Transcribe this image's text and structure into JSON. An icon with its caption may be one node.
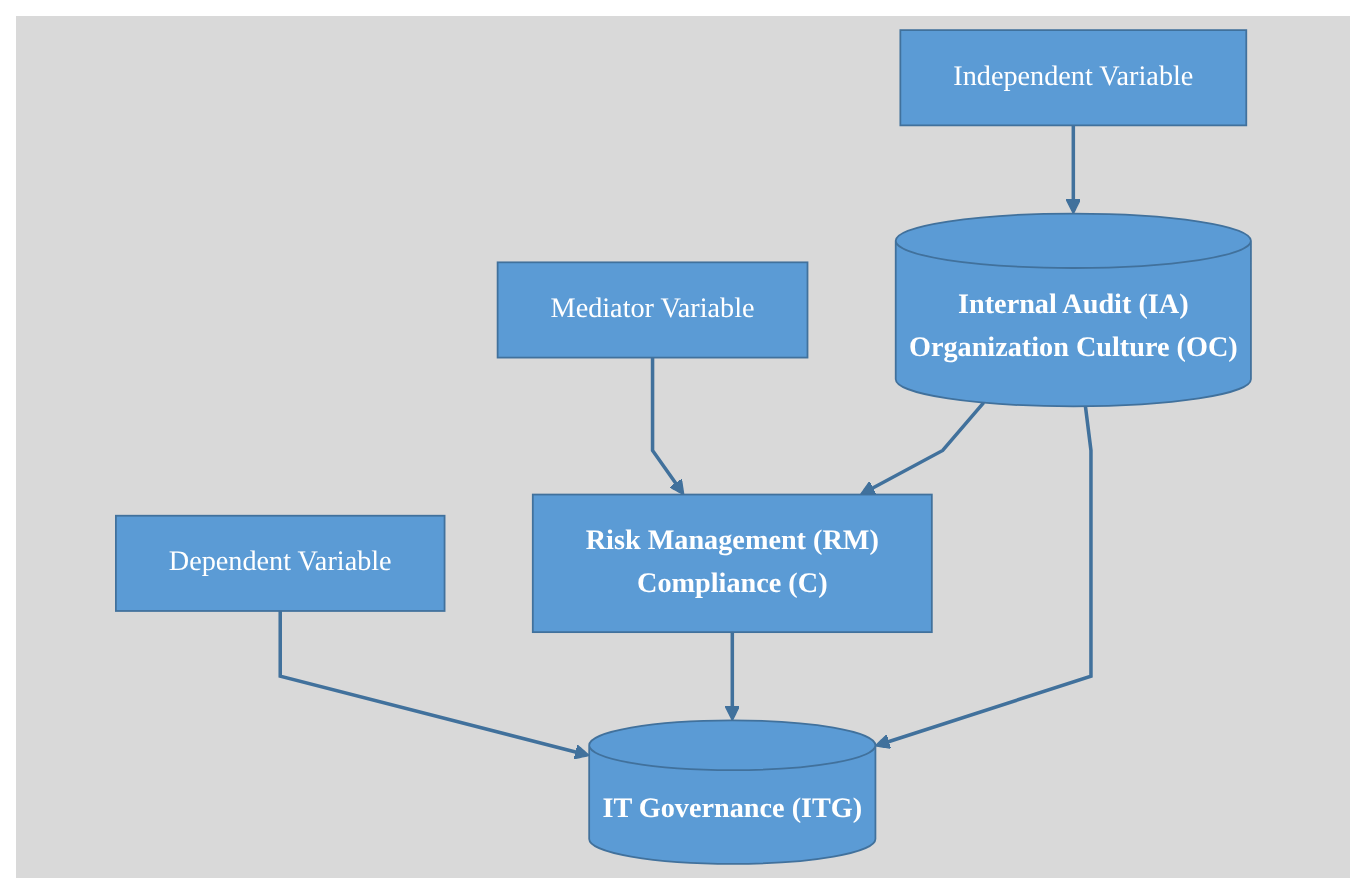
{
  "diagram": {
    "nodes": [
      {
        "text": [
          "Independent Variable"
        ]
      },
      {
        "text": [
          "Mediator Variable"
        ]
      },
      {
        "text": [
          "Dependent Variable"
        ]
      },
      {
        "text": [
          "Internal Audit (IA)",
          "Organization Culture (OC)"
        ]
      },
      {
        "text": [
          "Risk Management (RM)",
          "Compliance (C)"
        ]
      },
      {
        "text": [
          "IT Governance (ITG)"
        ]
      }
    ],
    "edges": [
      {
        "from": 0,
        "to": 3,
        "arrow": "to"
      },
      {
        "from": 1,
        "to": 4,
        "arrow": "to"
      },
      {
        "from": 2,
        "to": 5,
        "arrow": "to"
      },
      {
        "from": 3,
        "to": 4,
        "arrow": "to"
      },
      {
        "from": 4,
        "to": 5,
        "arrow": "to"
      },
      {
        "from": 3,
        "to": 5,
        "arrow": "to"
      }
    ]
  }
}
